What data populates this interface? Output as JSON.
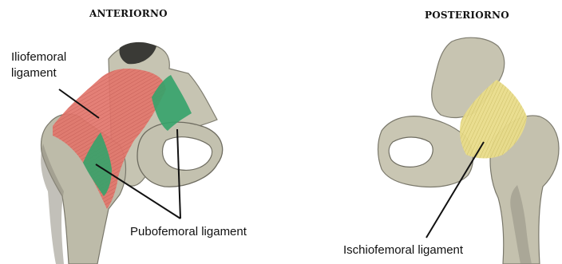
{
  "views": {
    "anterior": {
      "title": "ANTERIORNO"
    },
    "posterior": {
      "title": "POSTERIORNO"
    }
  },
  "labels": {
    "iliofemoral_line1": "Iliofemoral",
    "iliofemoral_line2": "ligament",
    "pubofemoral": "Pubofemoral ligament",
    "ischiofemoral": "Ischiofemoral ligament"
  },
  "colors": {
    "iliofemoral": "#e2756b",
    "pubofemoral": "#34a36a",
    "ischiofemoral": "#e9dc8a",
    "bone": "#c9c7b6",
    "bone_shadow": "#8c8a7c",
    "leader": "#111111"
  }
}
